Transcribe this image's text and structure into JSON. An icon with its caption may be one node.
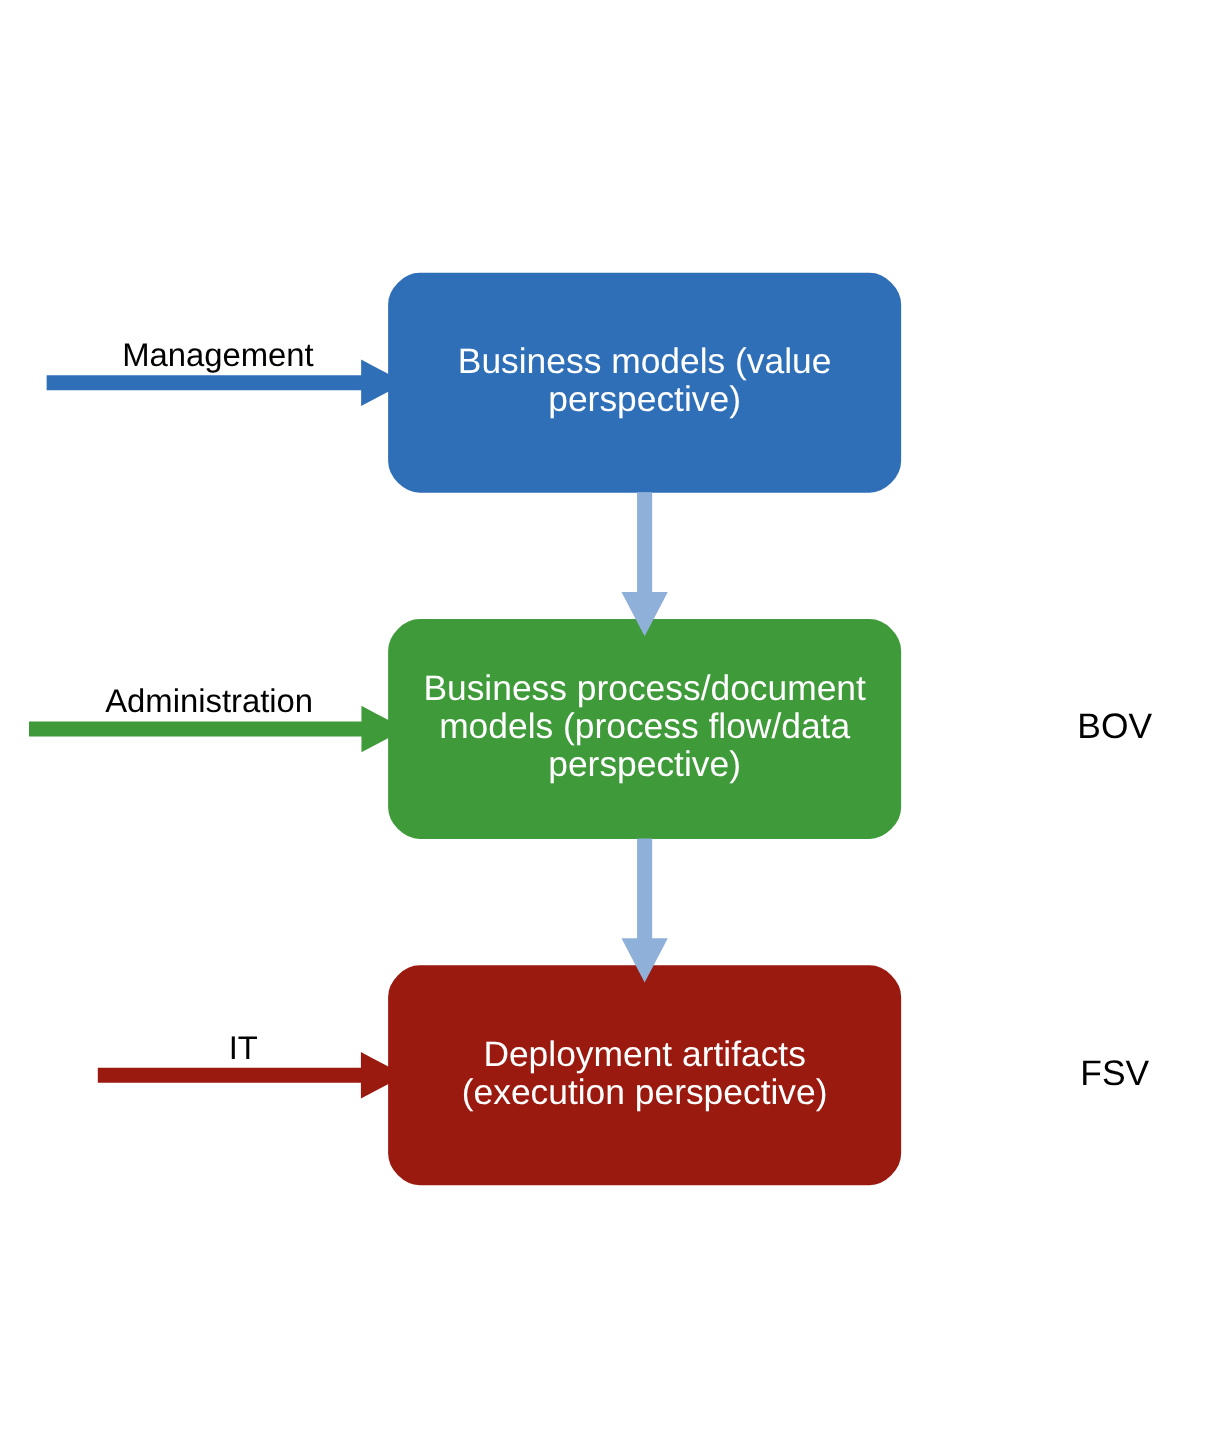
{
  "diagram": {
    "nodes": [
      {
        "text": [
          "Business models (value perspective)"
        ]
      },
      {
        "text": [
          "Business process/document models (process flow/data perspective)"
        ]
      },
      {
        "text": [
          "Deployment artifacts (execution perspective)"
        ]
      }
    ],
    "edges": [
      {
        "from": null,
        "to": 0,
        "arrow": "to",
        "label": "Management",
        "color": "#2f6fb8"
      },
      {
        "from": 0,
        "to": 1,
        "arrow": "to"
      },
      {
        "from": null,
        "to": 1,
        "arrow": "to",
        "label": "Administration",
        "color": "#3f9a3a"
      },
      {
        "from": 1,
        "to": 2,
        "arrow": "to"
      },
      {
        "from": null,
        "to": 2,
        "arrow": "to",
        "label": "IT",
        "color": "#9b1a10"
      }
    ],
    "labels": [
      "BOV",
      "FSV"
    ]
  }
}
